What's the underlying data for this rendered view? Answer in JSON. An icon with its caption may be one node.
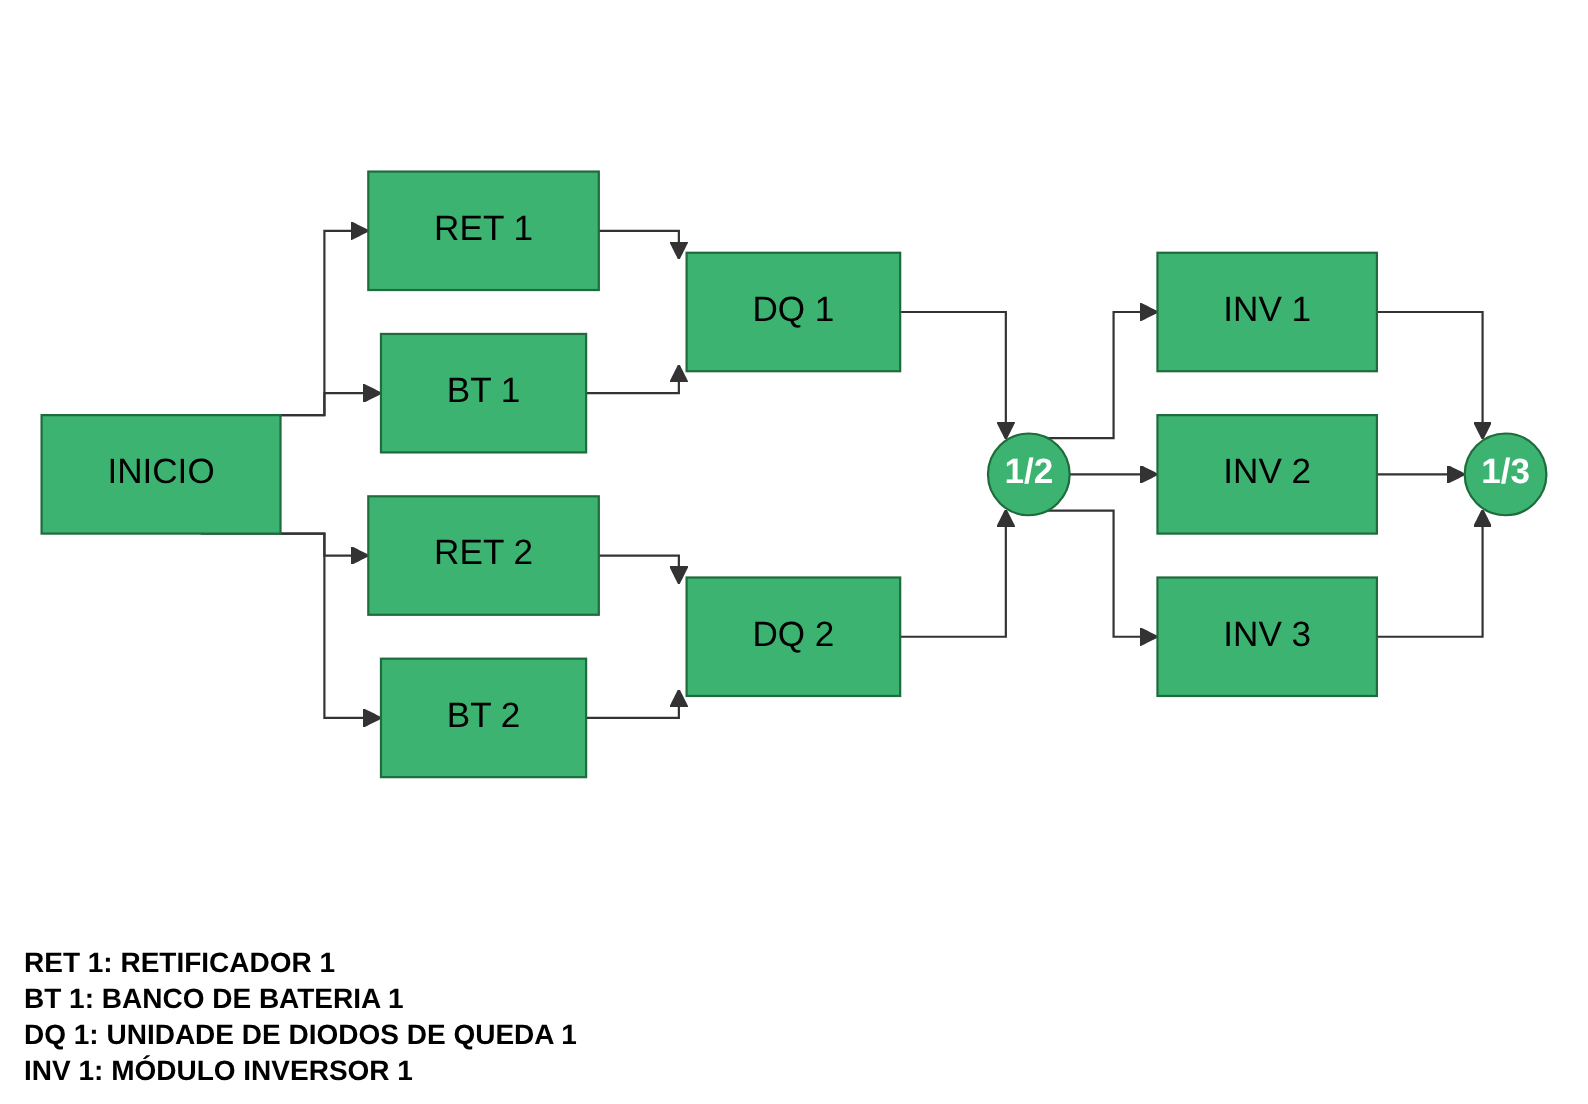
{
  "diagram": {
    "nodes": [
      {
        "text": [
          "INICIO"
        ]
      },
      {
        "text": [
          "RET 1"
        ]
      },
      {
        "text": [
          "BT 1"
        ]
      },
      {
        "text": [
          "DQ 1"
        ]
      },
      {
        "text": [
          "RET 2"
        ]
      },
      {
        "text": [
          "BT 2"
        ]
      },
      {
        "text": [
          "DQ 2"
        ]
      },
      {
        "text": [
          "1/2"
        ]
      },
      {
        "text": [
          "INV 1"
        ]
      },
      {
        "text": [
          "INV 2"
        ]
      },
      {
        "text": [
          "INV 3"
        ]
      },
      {
        "text": [
          "1/3"
        ]
      }
    ],
    "edges": [
      {
        "from": 0,
        "to": 1,
        "arrow": "to"
      },
      {
        "from": 0,
        "to": 2,
        "arrow": "to"
      },
      {
        "from": 0,
        "to": 4,
        "arrow": "to"
      },
      {
        "from": 0,
        "to": 5,
        "arrow": "to"
      },
      {
        "from": 1,
        "to": 3,
        "arrow": "to"
      },
      {
        "from": 2,
        "to": 3,
        "arrow": "to"
      },
      {
        "from": 4,
        "to": 6,
        "arrow": "to"
      },
      {
        "from": 5,
        "to": 6,
        "arrow": "to"
      },
      {
        "from": 3,
        "to": 7,
        "arrow": "to"
      },
      {
        "from": 6,
        "to": 7,
        "arrow": "to"
      },
      {
        "from": 7,
        "to": 8,
        "arrow": "to"
      },
      {
        "from": 7,
        "to": 9,
        "arrow": "to"
      },
      {
        "from": 7,
        "to": 10,
        "arrow": "to"
      },
      {
        "from": 8,
        "to": 11,
        "arrow": "to"
      },
      {
        "from": 9,
        "to": 11,
        "arrow": "to"
      },
      {
        "from": 10,
        "to": 11,
        "arrow": "to"
      }
    ],
    "labels": [
      "RET 1: RETIFICADOR 1",
      "BT 1: BANCO DE BATERIA 1",
      "DQ 1: UNIDADE DE DIODOS DE QUEDA 1",
      "INV 1: MÓDULO INVERSOR 1"
    ]
  }
}
